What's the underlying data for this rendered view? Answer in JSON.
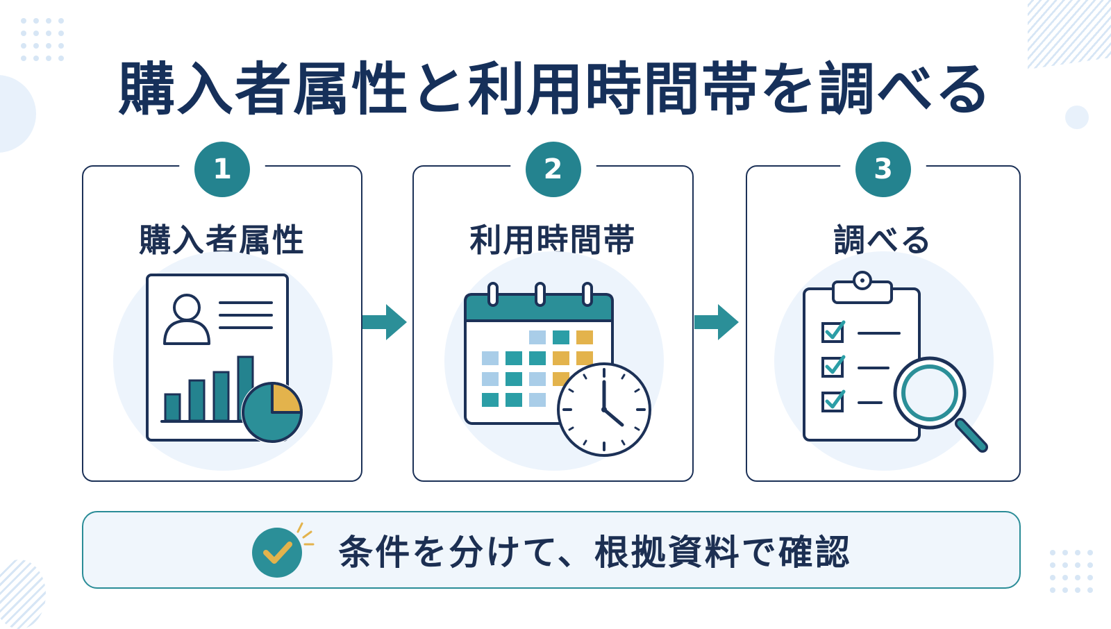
{
  "title": "購入者属性と利用時間帯を調べる",
  "steps": [
    {
      "number": "1",
      "label": "購入者属性",
      "icon": "profile-report-chart-icon"
    },
    {
      "number": "2",
      "label": "利用時間帯",
      "icon": "calendar-clock-icon"
    },
    {
      "number": "3",
      "label": "調べる",
      "icon": "checklist-magnifier-icon"
    }
  ],
  "banner": {
    "text": "条件を分けて、根拠資料で確認",
    "icon": "check-circle-icon"
  },
  "colors": {
    "navy": "#16305a",
    "teal": "#24838f",
    "accent_yellow": "#e3b34c",
    "light_blue": "#a9cde8",
    "background_tint": "#edf4fc"
  }
}
